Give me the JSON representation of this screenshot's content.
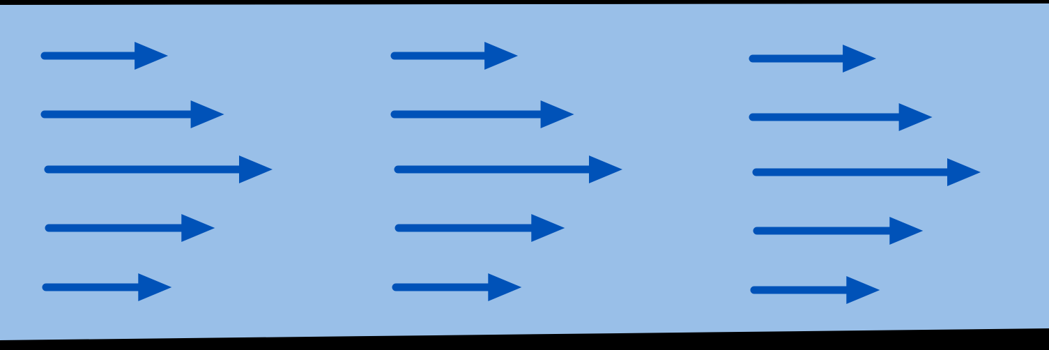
{
  "colors": {
    "frame": "#000000",
    "panel": "#99bfe8",
    "arrow": "#0052b8"
  },
  "diagram": {
    "kind": "velocity-profile-arrows",
    "columns": [
      {
        "arrows": [
          {
            "icon": "arrow-right-icon",
            "relative_length": 0.55
          },
          {
            "icon": "arrow-right-icon",
            "relative_length": 0.8
          },
          {
            "icon": "arrow-right-icon",
            "relative_length": 1.0
          },
          {
            "icon": "arrow-right-icon",
            "relative_length": 0.74
          },
          {
            "icon": "arrow-right-icon",
            "relative_length": 0.56
          }
        ]
      },
      {
        "arrows": [
          {
            "icon": "arrow-right-icon",
            "relative_length": 0.55
          },
          {
            "icon": "arrow-right-icon",
            "relative_length": 0.8
          },
          {
            "icon": "arrow-right-icon",
            "relative_length": 1.0
          },
          {
            "icon": "arrow-right-icon",
            "relative_length": 0.74
          },
          {
            "icon": "arrow-right-icon",
            "relative_length": 0.56
          }
        ]
      },
      {
        "arrows": [
          {
            "icon": "arrow-right-icon",
            "relative_length": 0.55
          },
          {
            "icon": "arrow-right-icon",
            "relative_length": 0.8
          },
          {
            "icon": "arrow-right-icon",
            "relative_length": 1.0
          },
          {
            "icon": "arrow-right-icon",
            "relative_length": 0.74
          },
          {
            "icon": "arrow-right-icon",
            "relative_length": 0.56
          }
        ]
      }
    ]
  }
}
